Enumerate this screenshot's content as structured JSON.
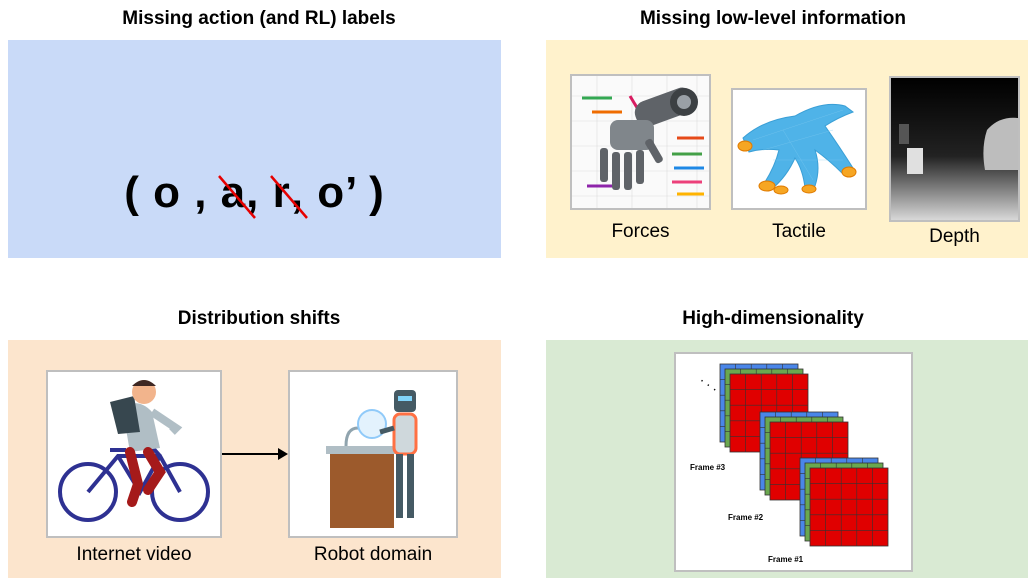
{
  "panels": {
    "labels": {
      "title": "Missing action (and RL) labels",
      "tuple": [
        "( o ,",
        "a",
        ",",
        "r",
        ", o’ )"
      ],
      "color": "#c9daf8"
    },
    "lowlevel": {
      "title": "Missing low-level information",
      "captions": [
        "Forces",
        "Tactile",
        "Depth"
      ],
      "color": "#fff2cc"
    },
    "shift": {
      "title": "Distribution shifts",
      "captions": [
        "Internet video",
        "Robot domain"
      ],
      "color": "#fce5cd"
    },
    "highdim": {
      "title": "High-dimensionality",
      "frames": [
        "Frame #3",
        "Frame #2",
        "Frame #1"
      ],
      "dots": ". . .",
      "color": "#d9ead3"
    }
  },
  "icons": [
    "robot-hand-force-icon",
    "tactile-glove-icon",
    "depth-map-icon",
    "cyclist-icon",
    "robot-dishwashing-icon",
    "frame-stack-icon"
  ],
  "accent_colors": {
    "strike": "#e60000",
    "grid_red": "#e00000",
    "grid_green": "#6aa84f",
    "grid_blue": "#4a86e8"
  }
}
